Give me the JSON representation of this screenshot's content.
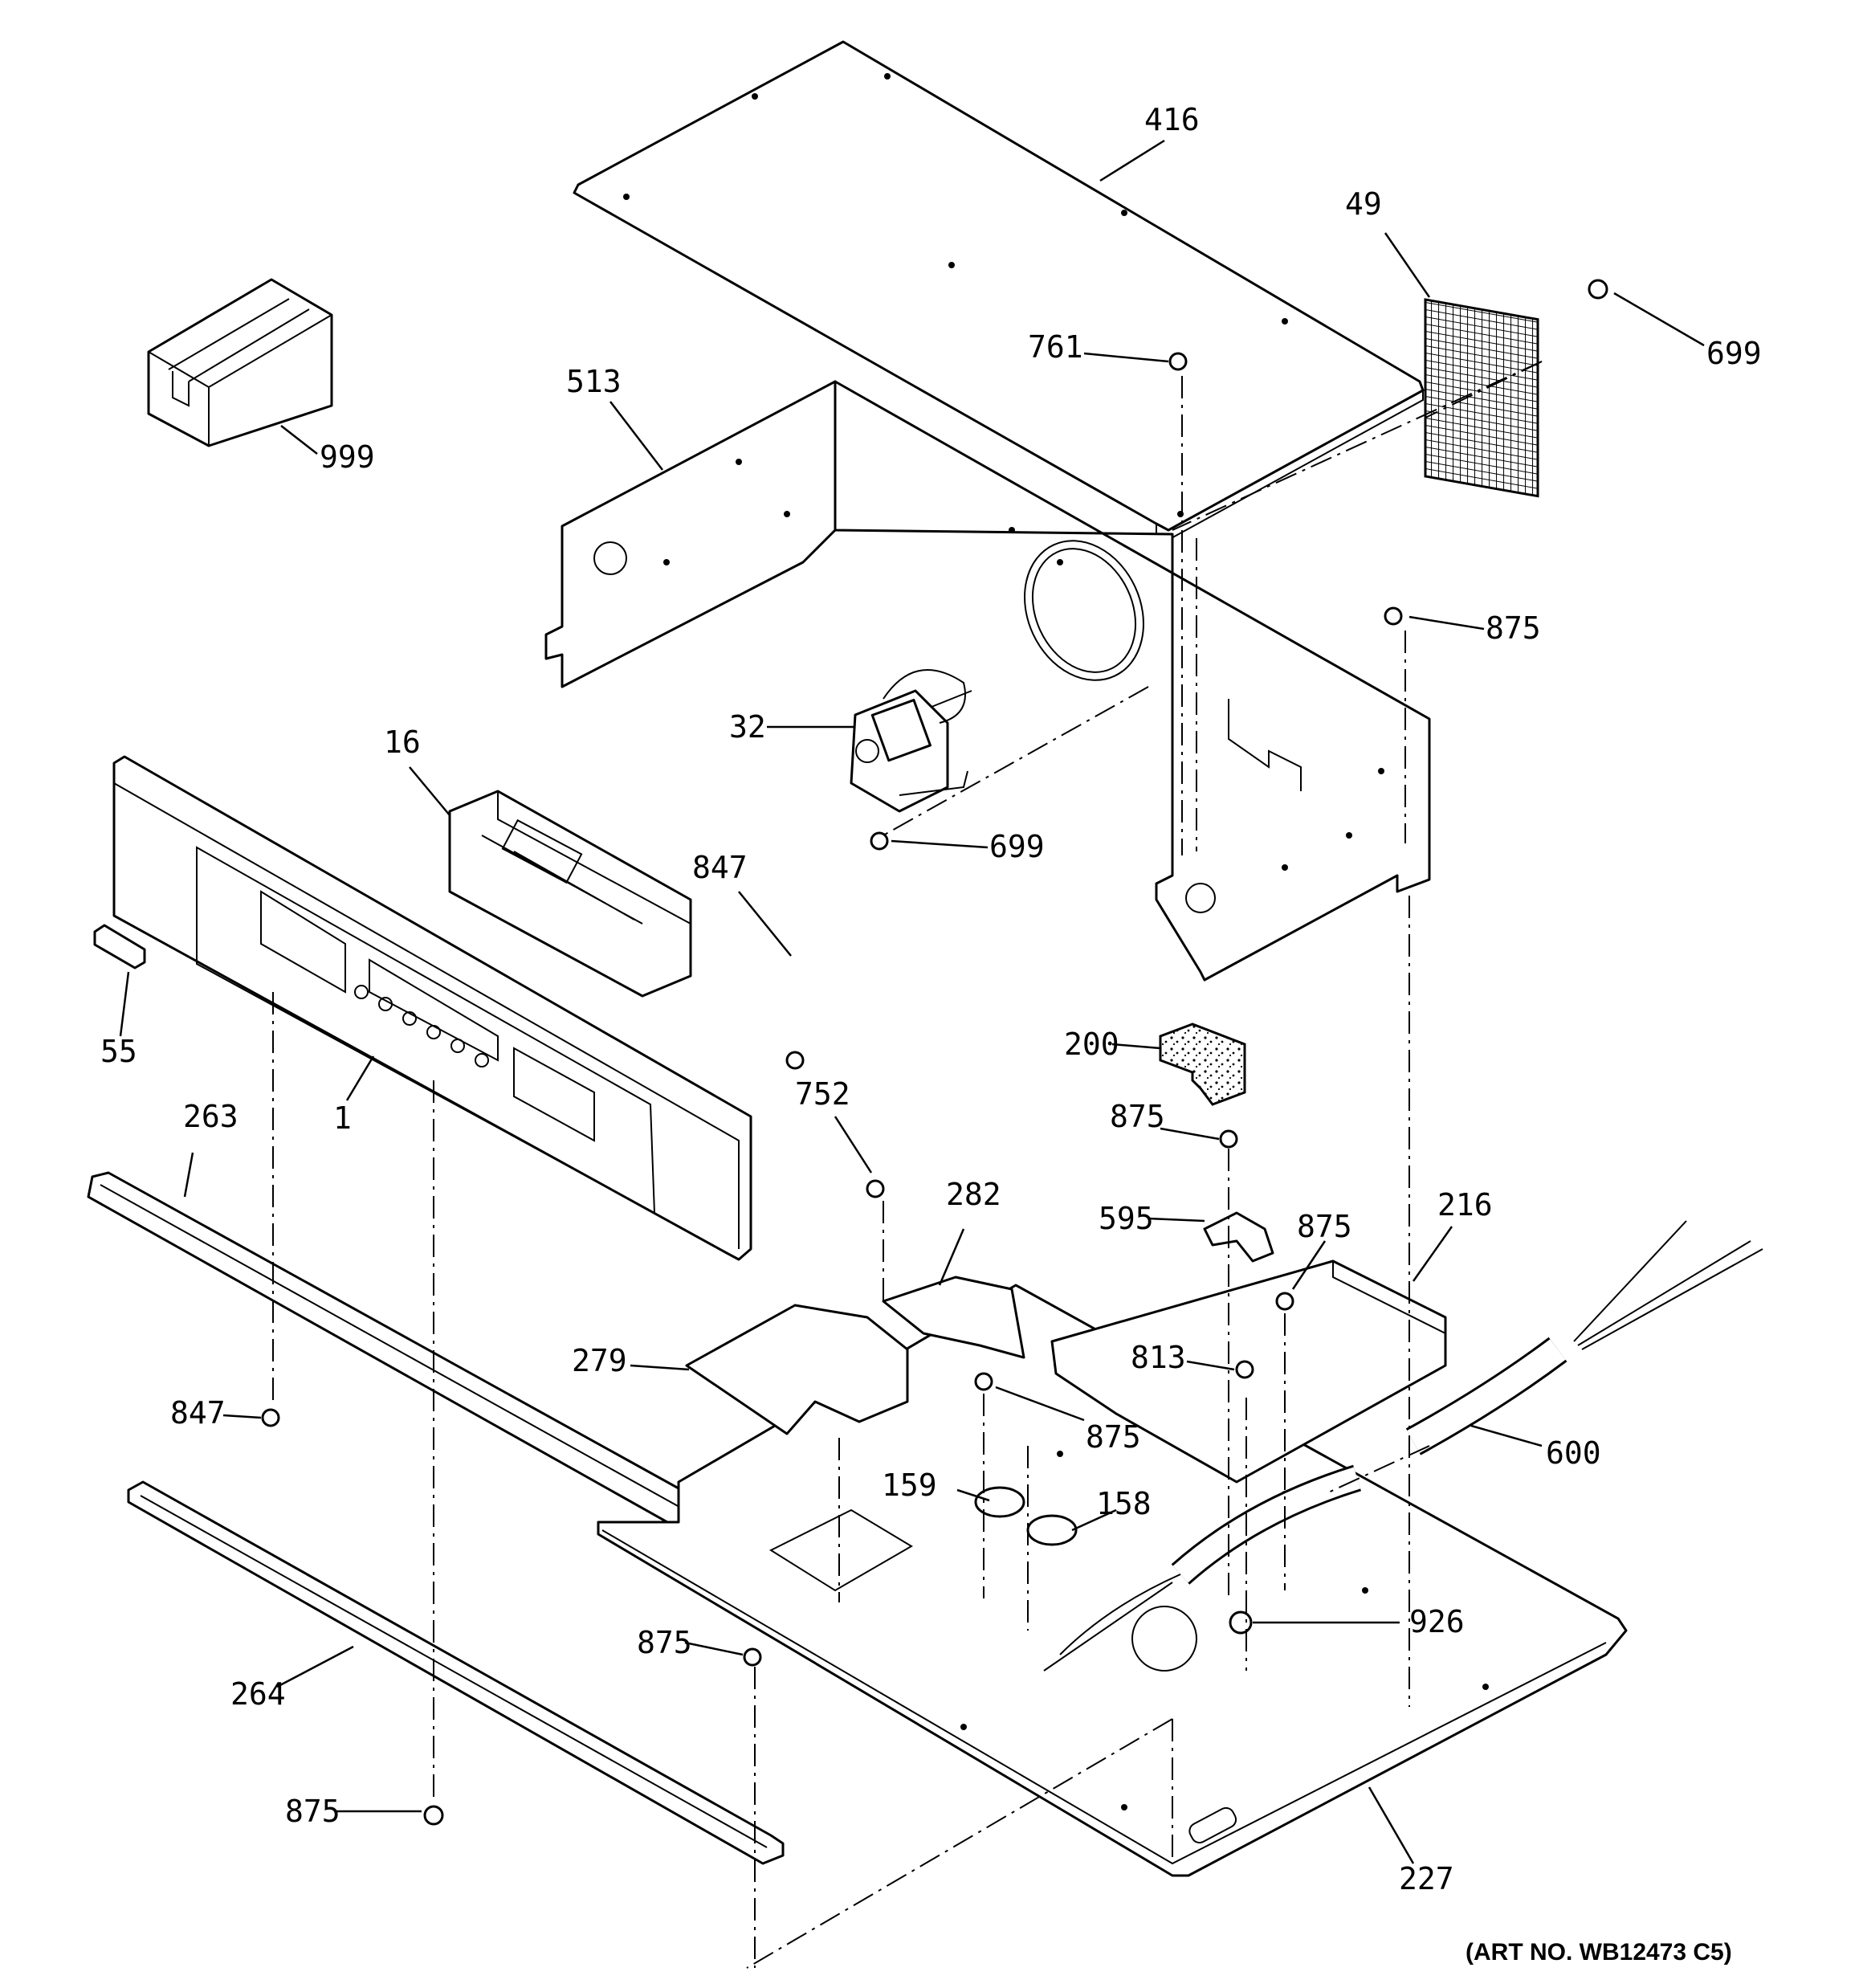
{
  "diagram": {
    "art_number": "(ART NO. WB12473 C5)",
    "parts": [
      {
        "id": "p416",
        "number": "416"
      },
      {
        "id": "p49",
        "number": "49"
      },
      {
        "id": "p699a",
        "number": "699"
      },
      {
        "id": "p761",
        "number": "761"
      },
      {
        "id": "p513",
        "number": "513"
      },
      {
        "id": "p999",
        "number": "999"
      },
      {
        "id": "p875a",
        "number": "875"
      },
      {
        "id": "p16",
        "number": "16"
      },
      {
        "id": "p32",
        "number": "32"
      },
      {
        "id": "p699b",
        "number": "699"
      },
      {
        "id": "p847a",
        "number": "847"
      },
      {
        "id": "p55",
        "number": "55"
      },
      {
        "id": "p1",
        "number": "1"
      },
      {
        "id": "p200",
        "number": "200"
      },
      {
        "id": "p263",
        "number": "263"
      },
      {
        "id": "p752",
        "number": "752"
      },
      {
        "id": "p282",
        "number": "282"
      },
      {
        "id": "p875b",
        "number": "875"
      },
      {
        "id": "p595",
        "number": "595"
      },
      {
        "id": "p875c",
        "number": "875"
      },
      {
        "id": "p216",
        "number": "216"
      },
      {
        "id": "p279",
        "number": "279"
      },
      {
        "id": "p813",
        "number": "813"
      },
      {
        "id": "p847b",
        "number": "847"
      },
      {
        "id": "p875d",
        "number": "875"
      },
      {
        "id": "p600",
        "number": "600"
      },
      {
        "id": "p159",
        "number": "159"
      },
      {
        "id": "p158",
        "number": "158"
      },
      {
        "id": "p926",
        "number": "926"
      },
      {
        "id": "p875e",
        "number": "875"
      },
      {
        "id": "p264",
        "number": "264"
      },
      {
        "id": "p875f",
        "number": "875"
      },
      {
        "id": "p227",
        "number": "227"
      }
    ]
  }
}
